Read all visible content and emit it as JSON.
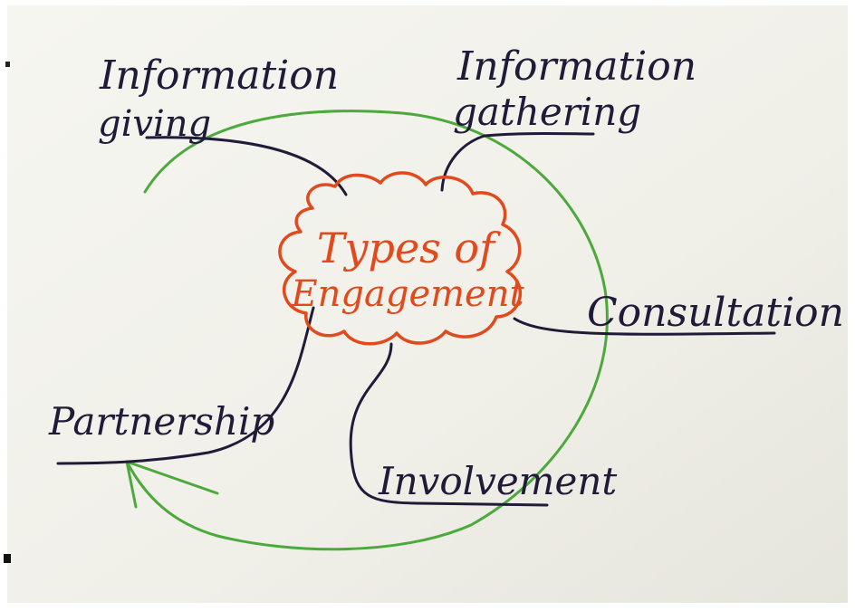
{
  "center": {
    "line1": "Types of",
    "line2": "Engagement"
  },
  "nodes": {
    "information_giving": {
      "line1": "Information",
      "line2": "giving"
    },
    "information_gathering": {
      "line1": "Information",
      "line2": "gathering"
    },
    "consultation": "Consultation",
    "involvement": "Involvement",
    "partnership": "Partnership"
  },
  "colors": {
    "paper": "#f2f1ea",
    "ink": "#1f1b38",
    "cloud": "#e04a1c",
    "arrow": "#4caa3c"
  }
}
